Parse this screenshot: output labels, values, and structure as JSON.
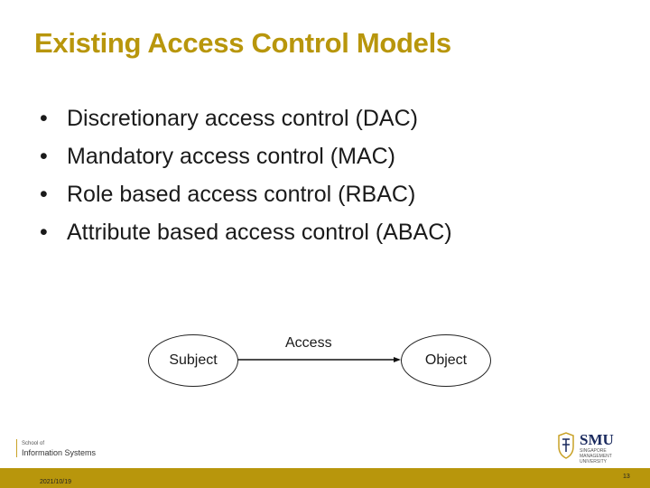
{
  "slide": {
    "title": "Existing Access Control Models",
    "bullets": [
      "Discretionary access control (DAC)",
      "Mandatory access control (MAC)",
      "Role based access control (RBAC)",
      "Attribute based access control (ABAC)"
    ]
  },
  "diagram": {
    "subject_label": "Subject",
    "edge_label": "Access",
    "object_label": "Object"
  },
  "branding": {
    "school_small": "School of",
    "school_name": "Information Systems",
    "smu_logo_text": "SMU",
    "smu_subtitle": "SINGAPORE MANAGEMENT UNIVERSITY"
  },
  "footer": {
    "date": "2021/10/19",
    "page": "13"
  },
  "colors": {
    "accent": "#b8960c",
    "text": "#1a1a1a",
    "smu_blue": "#1a2a5e"
  }
}
